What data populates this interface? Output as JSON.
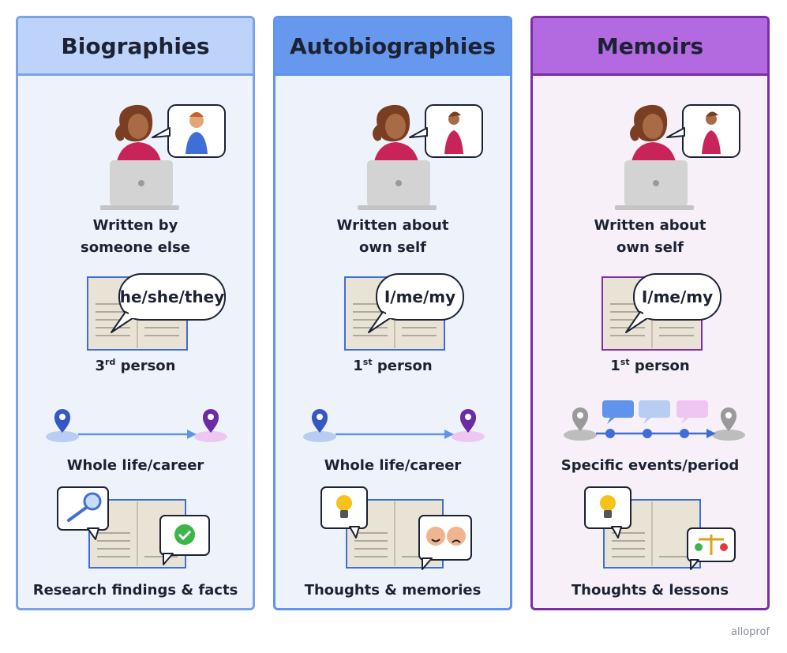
{
  "columns": [
    {
      "title": "Biographies",
      "written_line1": "Written by",
      "written_line2": "someone else",
      "pronouns": "he/she/they",
      "person_ordinal": "3",
      "person_sup": "rd",
      "person_word": "person",
      "scope": "Whole life/career",
      "content": "Research findings & facts"
    },
    {
      "title": "Autobiographies",
      "written_line1": "Written about",
      "written_line2": "own self",
      "pronouns": "I/me/my",
      "person_ordinal": "1",
      "person_sup": "st",
      "person_word": "person",
      "scope": "Whole life/career",
      "content": "Thoughts & memories"
    },
    {
      "title": "Memoirs",
      "written_line1": "Written about",
      "written_line2": "own self",
      "pronouns": "I/me/my",
      "person_ordinal": "1",
      "person_sup": "st",
      "person_word": "person",
      "scope": "Specific events/period",
      "content": "Thoughts & lessons"
    }
  ],
  "credit": "alloprof",
  "colors": {
    "bio_header": "#bdd3f9",
    "auto_header": "#6698ee",
    "mem_header": "#b36ae0",
    "mem_border": "#7d2ea4",
    "pin_blue": "#3557c4",
    "pin_purple": "#6b2aa6",
    "author_shirt": "#c8245a"
  }
}
